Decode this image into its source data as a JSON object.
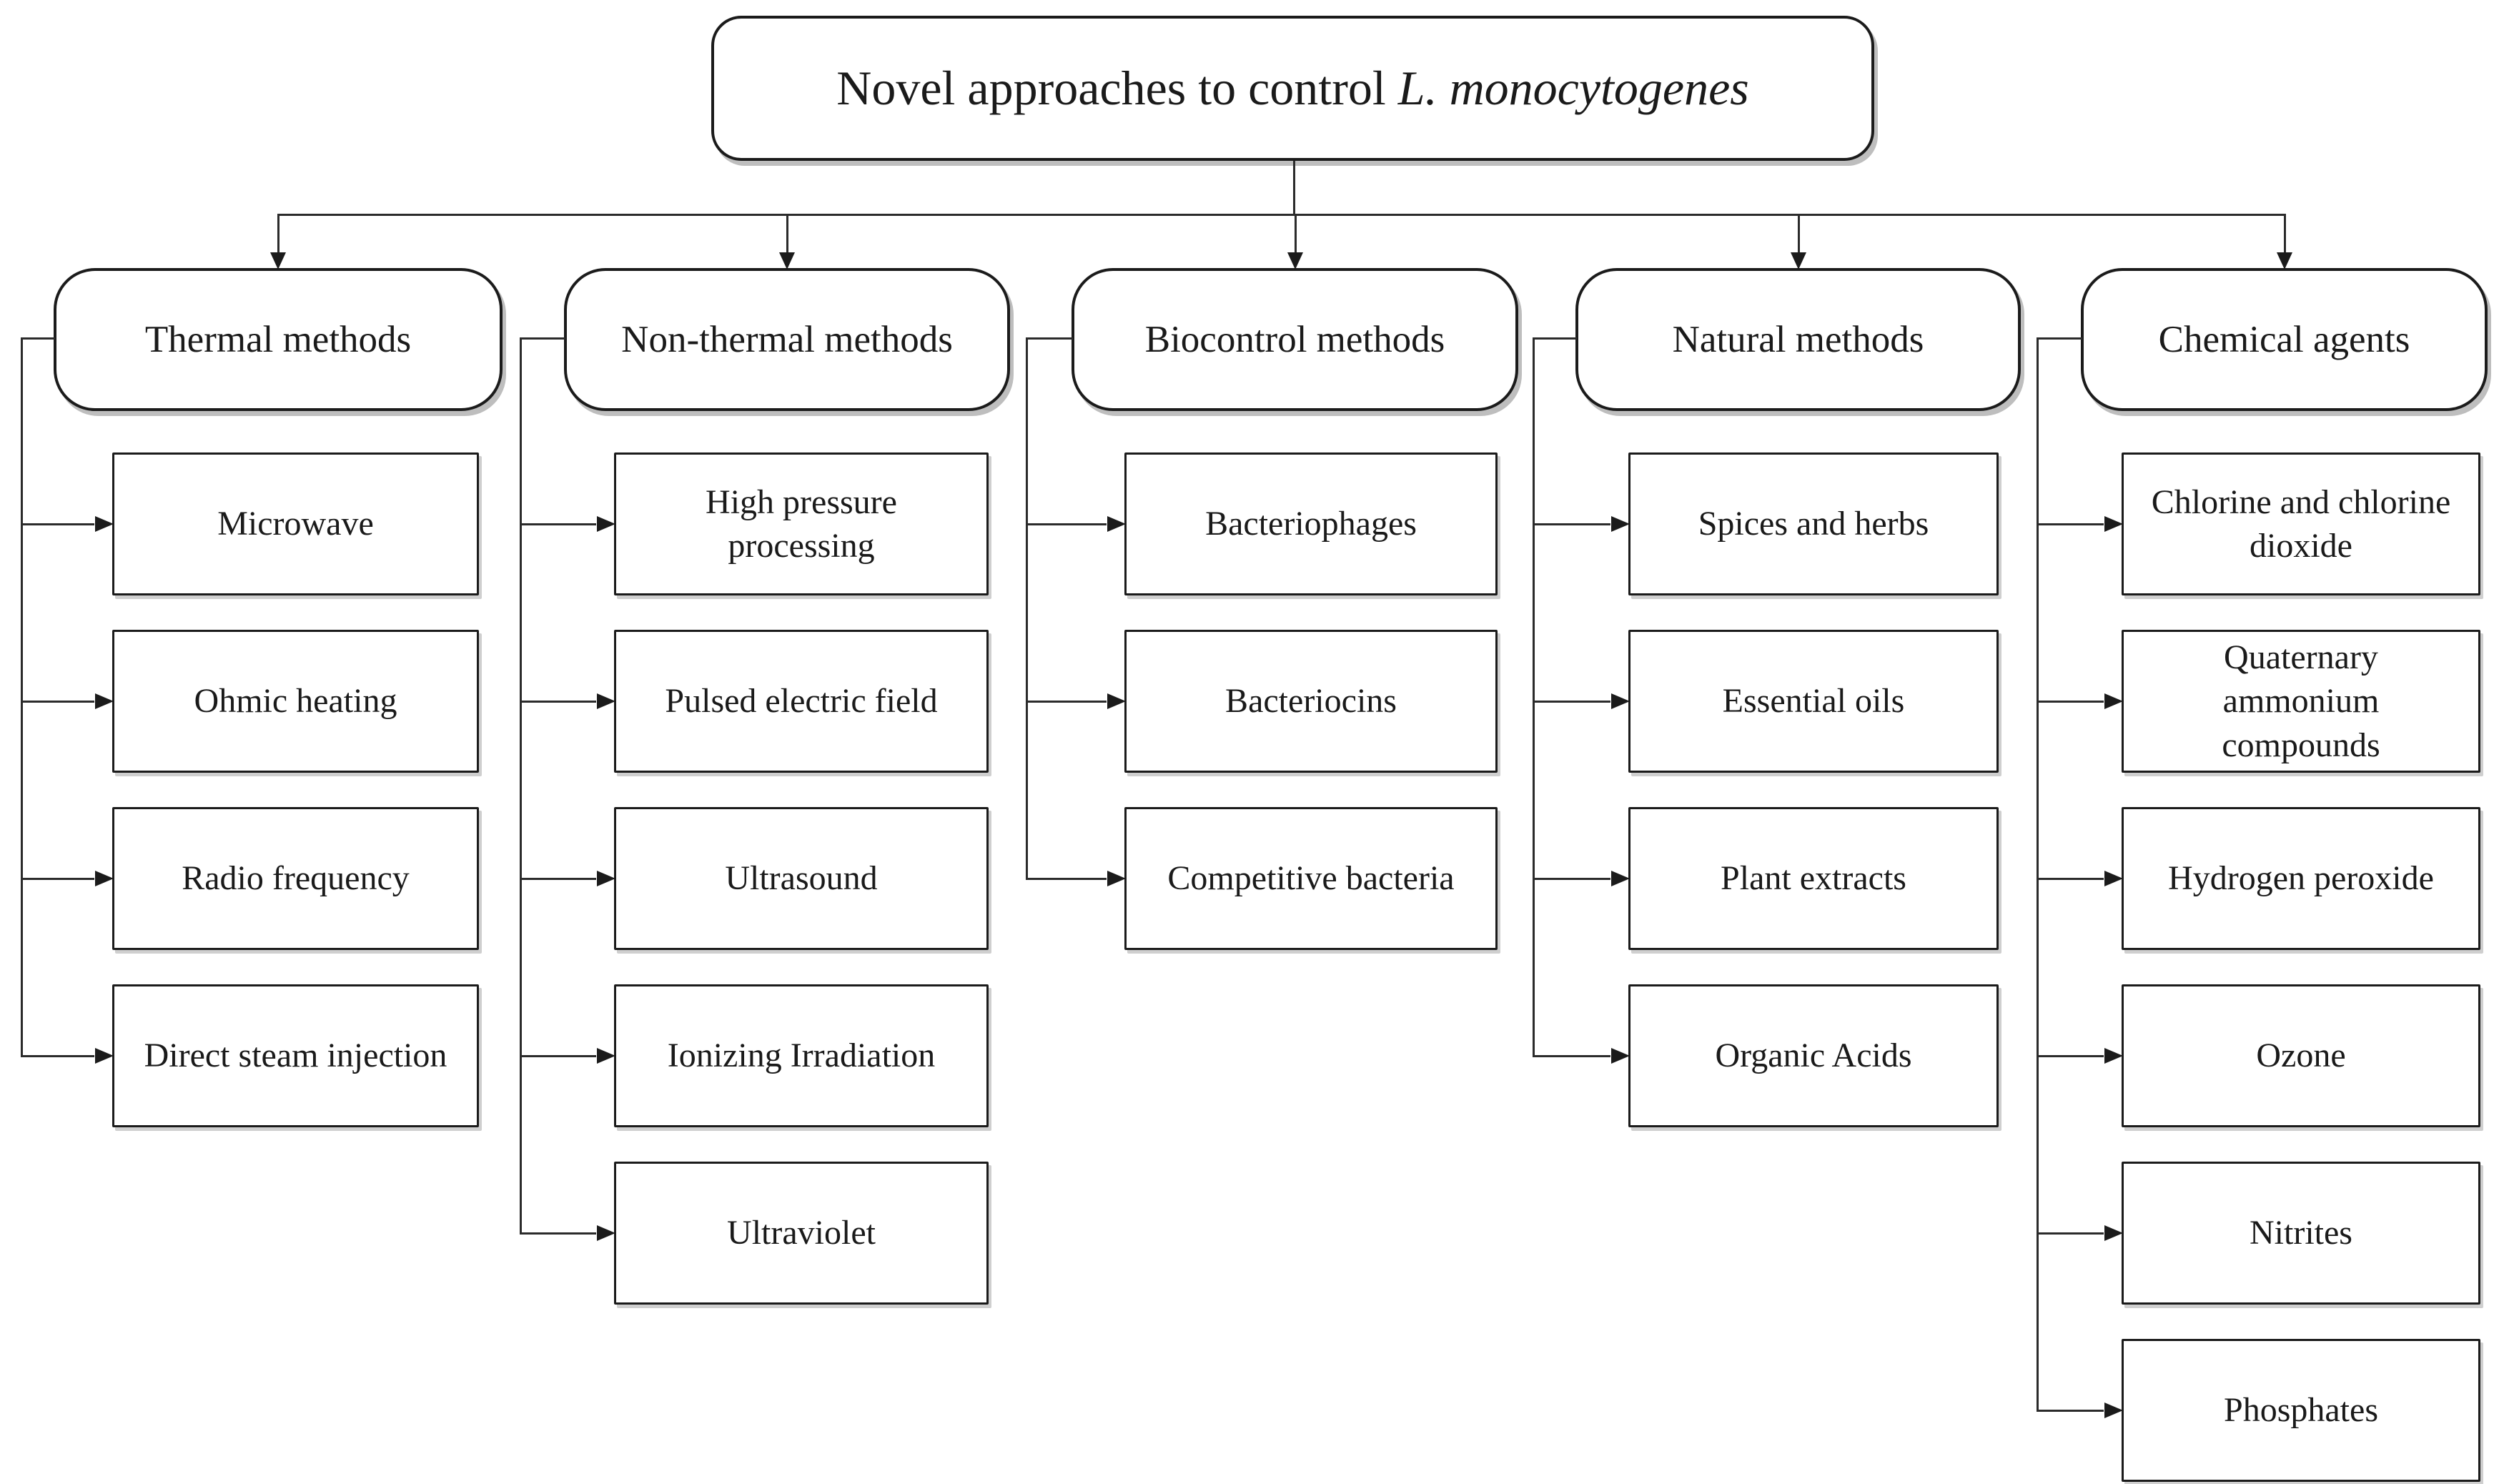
{
  "diagram": {
    "title": {
      "text": "Novel approaches to control ",
      "emphasis": "L. monocytogenes"
    },
    "branches": [
      {
        "label": "Thermal methods",
        "children": [
          "Microwave",
          "Ohmic heating",
          "Radio frequency",
          "Direct steam injection"
        ]
      },
      {
        "label": "Non-thermal methods",
        "children": [
          "High pressure\nprocessing",
          "Pulsed electric field",
          "Ultrasound",
          "Ionizing Irradiation",
          "Ultraviolet"
        ]
      },
      {
        "label": "Biocontrol methods",
        "children": [
          "Bacteriophages",
          "Bacteriocins",
          "Competitive bacteria"
        ]
      },
      {
        "label": "Natural methods",
        "children": [
          "Spices and herbs",
          "Essential oils",
          "Plant extracts",
          "Organic Acids"
        ]
      },
      {
        "label": "Chemical agents",
        "children": [
          "Chlorine and chlorine\ndioxide",
          "Quaternary\nammonium\ncompounds",
          "Hydrogen peroxide",
          "Ozone",
          "Nitrites",
          "Phosphates"
        ]
      }
    ],
    "colors": {
      "background": "#ffffff",
      "line": "#2b2b2b",
      "border": "#1b1b1b",
      "text": "#1a1a1a"
    }
  }
}
